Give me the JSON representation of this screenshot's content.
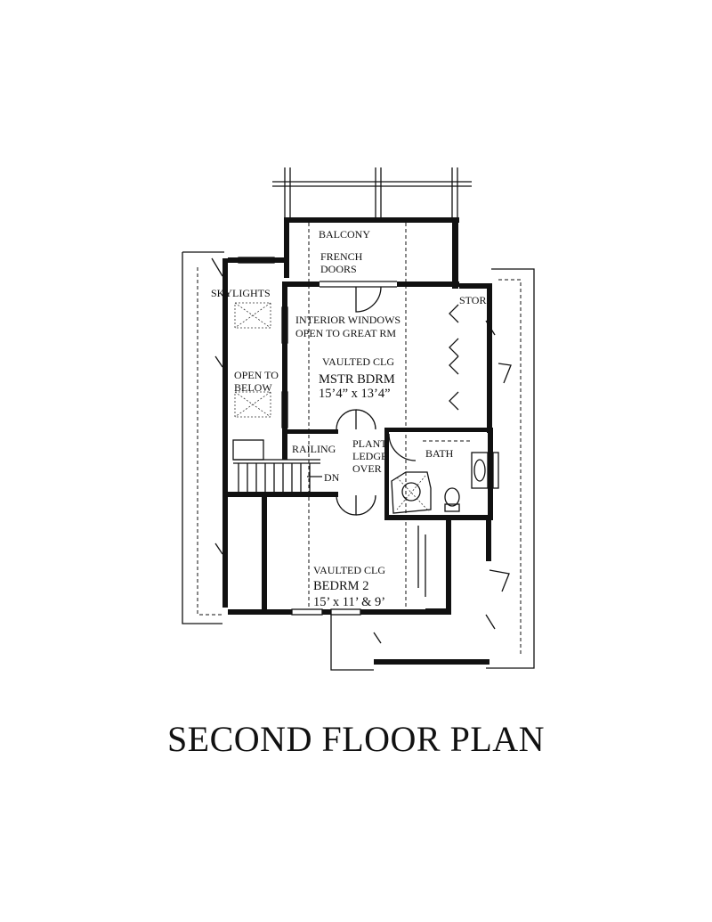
{
  "title": "SECOND FLOOR PLAN",
  "rooms": {
    "balcony": "BALCONY",
    "french_doors": [
      "FRENCH",
      "DOORS"
    ],
    "skylights": "SKYLIGHTS",
    "interior_windows": [
      "INTERIOR WINDOWS",
      "OPEN TO GREAT RM"
    ],
    "stor": "STOR",
    "open_to_below": [
      "OPEN TO",
      "BELOW"
    ],
    "master_bedroom": {
      "ceiling": "VAULTED CLG",
      "name": "MSTR BDRM",
      "size": "15’4” x 13’4”"
    },
    "railing": "RAILING",
    "plant_ledge": [
      "PLANT",
      "LEDGE",
      "OVER"
    ],
    "bath": "BATH",
    "dn": "DN",
    "bedroom2": {
      "ceiling": "VAULTED CLG",
      "name": "BEDRM 2",
      "size": "15’ x 11’ & 9’"
    }
  }
}
